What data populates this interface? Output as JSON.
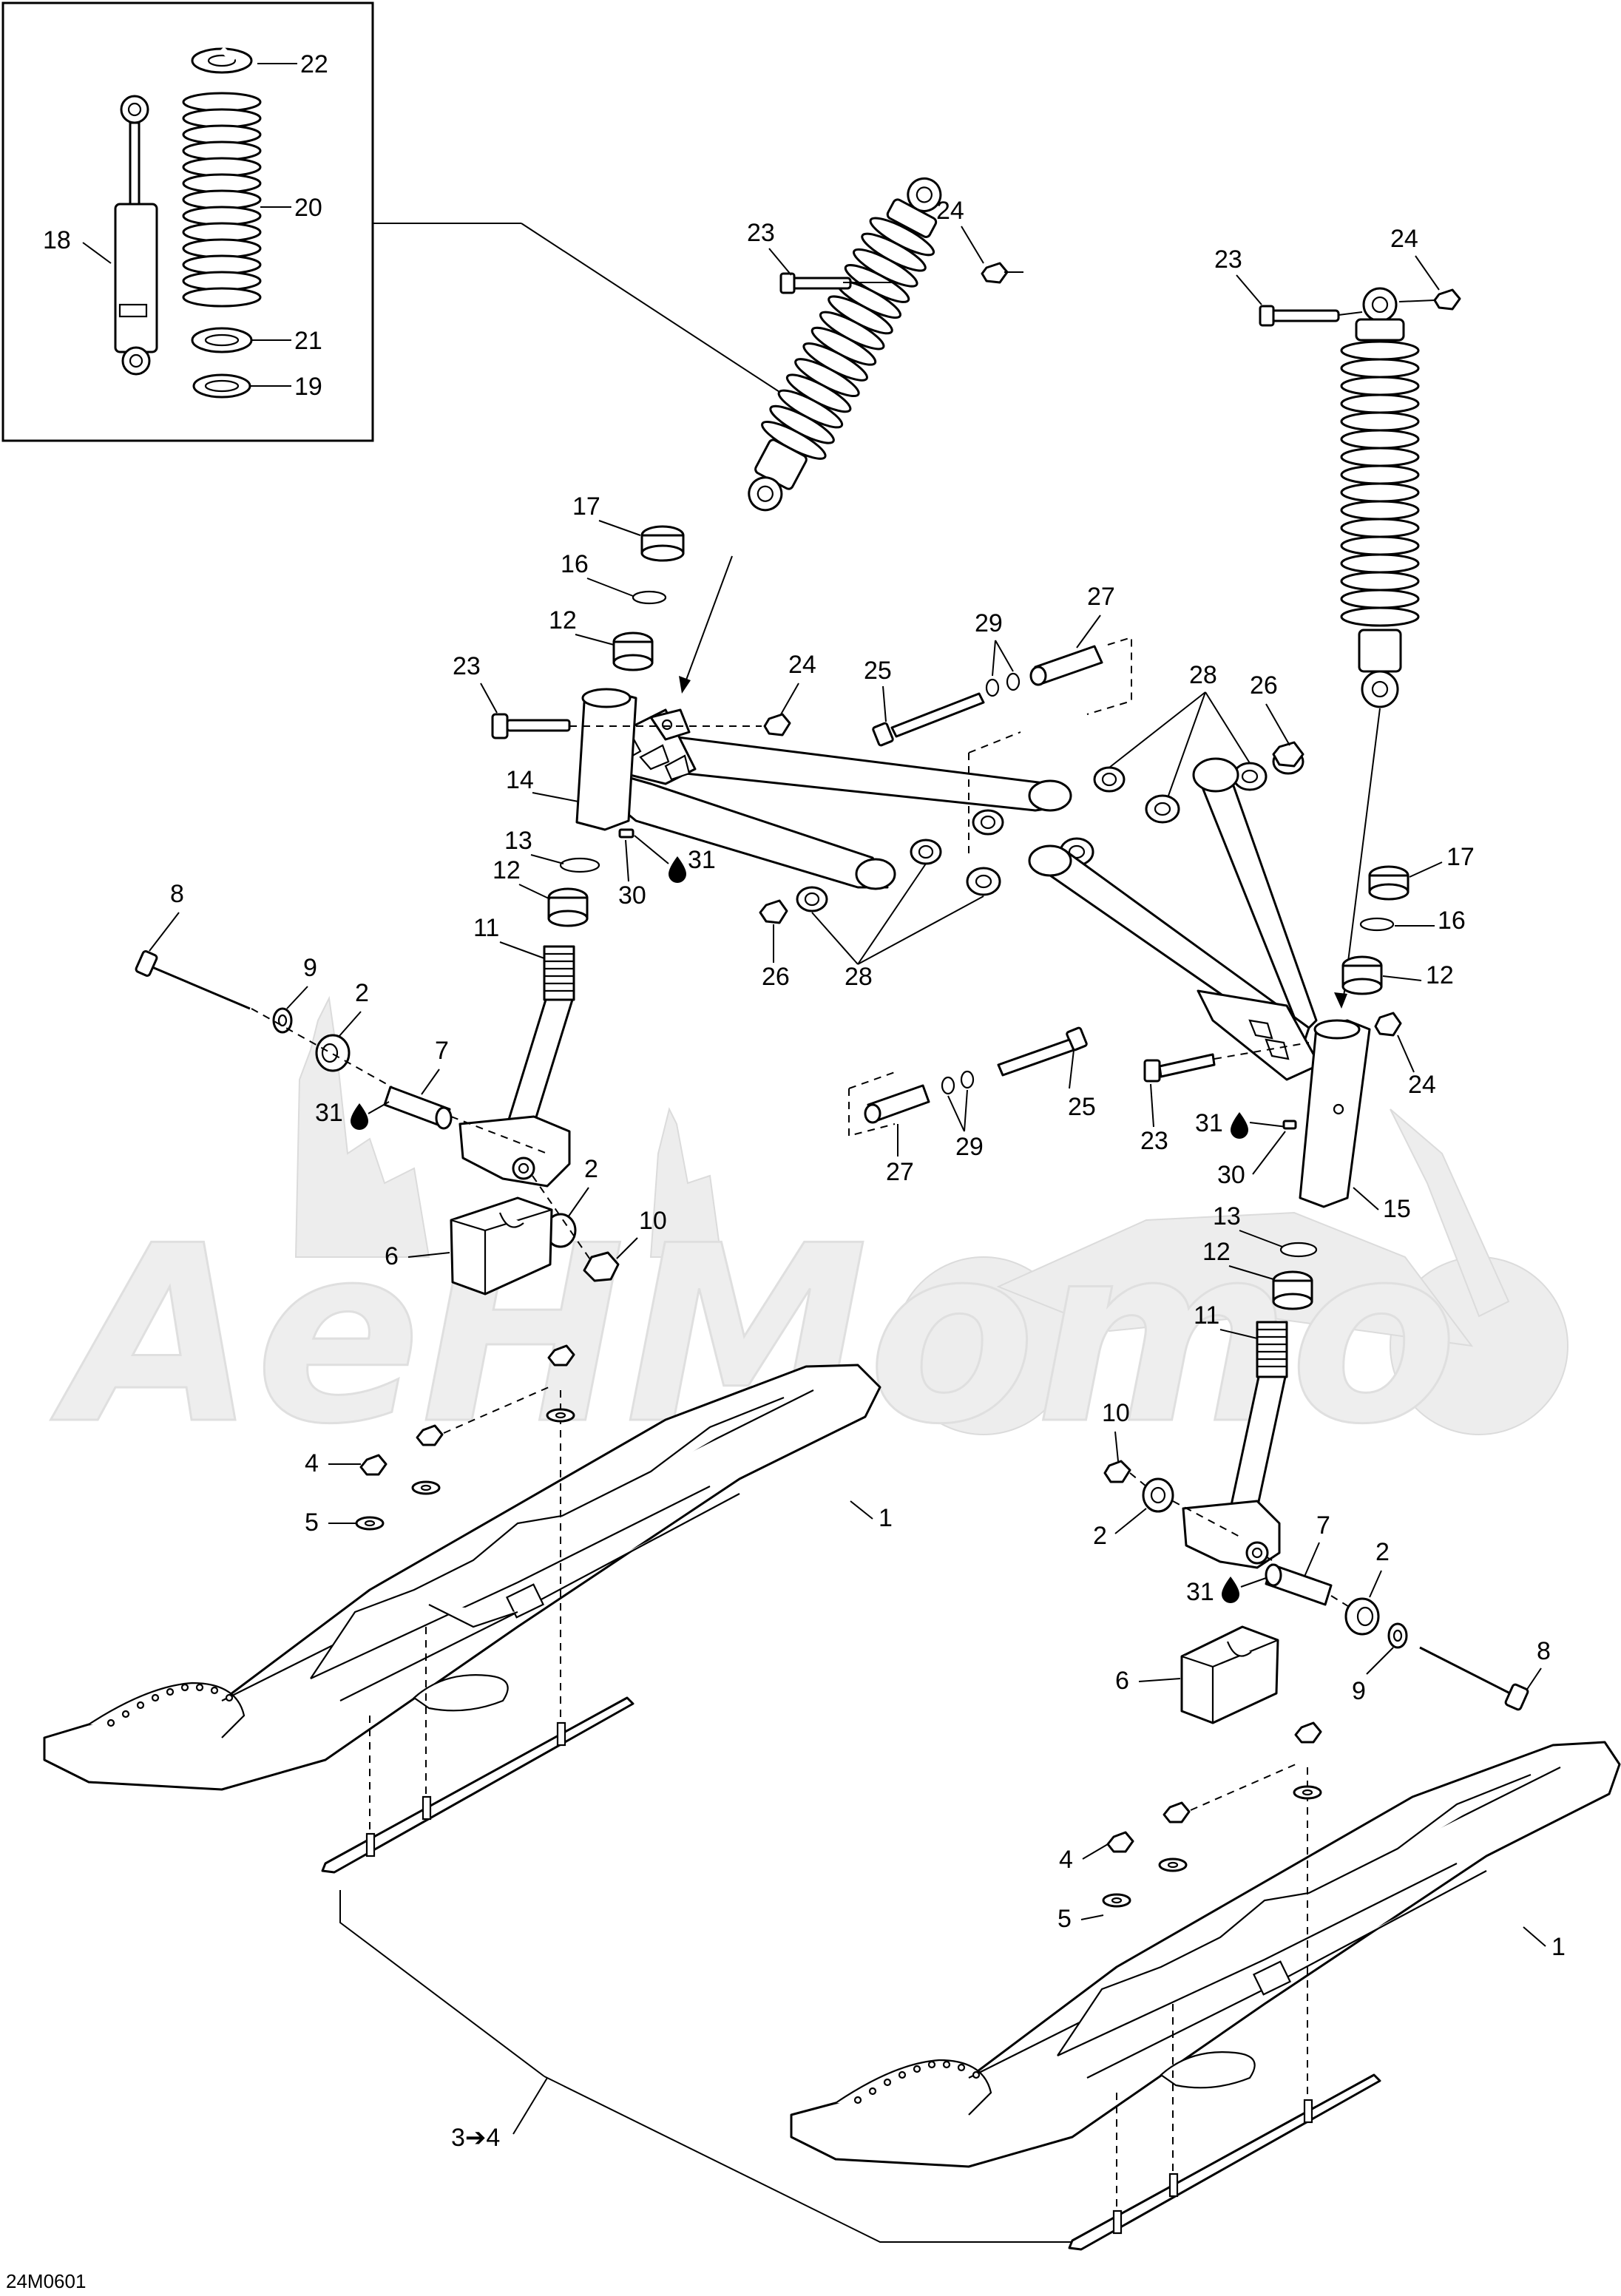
{
  "drawing_code": "24M0601",
  "watermark_text": "AeHMomo",
  "callouts": {
    "c22": "22",
    "c20": "20",
    "c18": "18",
    "c21": "21",
    "c19": "19",
    "c23a": "23",
    "c24a": "24",
    "c23b": "23",
    "c24b": "24",
    "c17a": "17",
    "c16a": "16",
    "c12a": "12",
    "c23c": "23",
    "c24c": "24",
    "c14": "14",
    "c13a": "13",
    "c12b": "12",
    "c30a": "30",
    "c31a": "31",
    "c11a": "11",
    "c8a": "8",
    "c9a": "9",
    "c2a": "2",
    "c7a": "7",
    "c31b": "31",
    "c2b": "2",
    "c10a": "10",
    "c6a": "6",
    "c25a": "25",
    "c29a": "29",
    "c27a": "27",
    "c26a": "26",
    "c28a": "28",
    "c28b": "28",
    "c26b": "26",
    "c17b": "17",
    "c16b": "16",
    "c12c": "12",
    "c24d": "24",
    "c25b": "25",
    "c29b": "29",
    "c27b": "27",
    "c23d": "23",
    "c31c": "31",
    "c30b": "30",
    "c15": "15",
    "c13b": "13",
    "c12d": "12",
    "c11b": "11",
    "c10b": "10",
    "c2c": "2",
    "c7b": "7",
    "c2d": "2",
    "c31d": "31",
    "c9b": "9",
    "c8b": "8",
    "c6b": "6",
    "c4a": "4",
    "c5a": "5",
    "c1a": "1",
    "c4b": "4",
    "c5b": "5",
    "c1b": "1",
    "c34": "3➔4"
  },
  "colors": {
    "line": "#000000",
    "background": "#ffffff",
    "watermark": "#e6e6e6"
  }
}
